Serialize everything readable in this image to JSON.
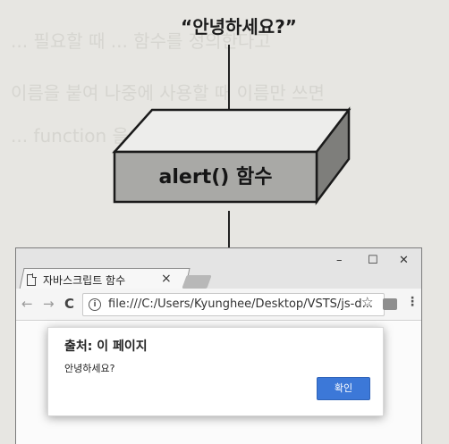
{
  "diagram": {
    "input_text": "“안녕하세요?”",
    "function_label": "alert() 함수"
  },
  "browser": {
    "tab_title": "자바스크립트 함수",
    "tab_close": "×",
    "window_controls": {
      "minimize": "–",
      "maximize": "☐",
      "close": "✕"
    },
    "nav": {
      "back": "←",
      "forward": "→",
      "reload": "C"
    },
    "url": "file:///C:/Users/Kyunghee/Desktop/VSTS/js-d...",
    "info_icon": "i",
    "bookmark_star": "☆",
    "menu": "⋮"
  },
  "dialog": {
    "title": "출처: 이 페이지",
    "message": "안녕하세요?",
    "ok_label": "확인"
  },
  "background_text": [
    "... 필요할 때 ... 함수를 정의한다고",
    "이름을 붙여 나중에 사용할 때 이름만 쓰면",
    "... function 을 사용하고, 중괄호({ }) 안에"
  ]
}
